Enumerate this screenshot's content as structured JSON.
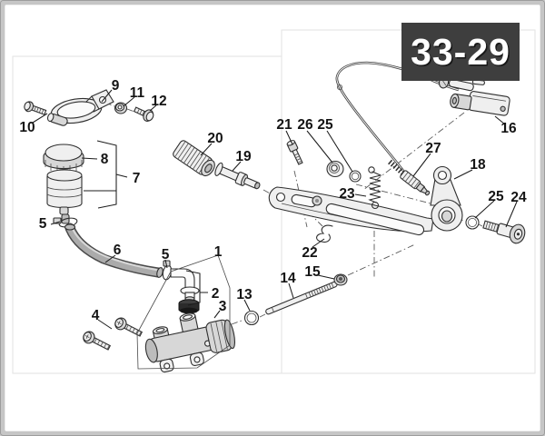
{
  "badge": {
    "text": "33-29",
    "bg": "#3e3e3e",
    "fg": "#ffffff"
  },
  "colors": {
    "frame": "#cbcbcb",
    "paper": "#ffffff",
    "line": "#2f2f2f",
    "metal_light": "#efefef",
    "metal_mid": "#d7d7d7",
    "hose_gray": "#a8a8a8",
    "rubber_dark": "#2b2b2b"
  },
  "callouts": [
    {
      "part": "10"
    },
    {
      "part": "9"
    },
    {
      "part": "11"
    },
    {
      "part": "12"
    },
    {
      "part": "8"
    },
    {
      "part": "7"
    },
    {
      "part": "5"
    },
    {
      "part": "6"
    },
    {
      "part": "5"
    },
    {
      "part": "1"
    },
    {
      "part": "2"
    },
    {
      "part": "3"
    },
    {
      "part": "4"
    },
    {
      "part": "13"
    },
    {
      "part": "14"
    },
    {
      "part": "15"
    },
    {
      "part": "20"
    },
    {
      "part": "19"
    },
    {
      "part": "21"
    },
    {
      "part": "26"
    },
    {
      "part": "25"
    },
    {
      "part": "27"
    },
    {
      "part": "16"
    },
    {
      "part": "18"
    },
    {
      "part": "23"
    },
    {
      "part": "22"
    },
    {
      "part": "25"
    },
    {
      "part": "24"
    }
  ]
}
